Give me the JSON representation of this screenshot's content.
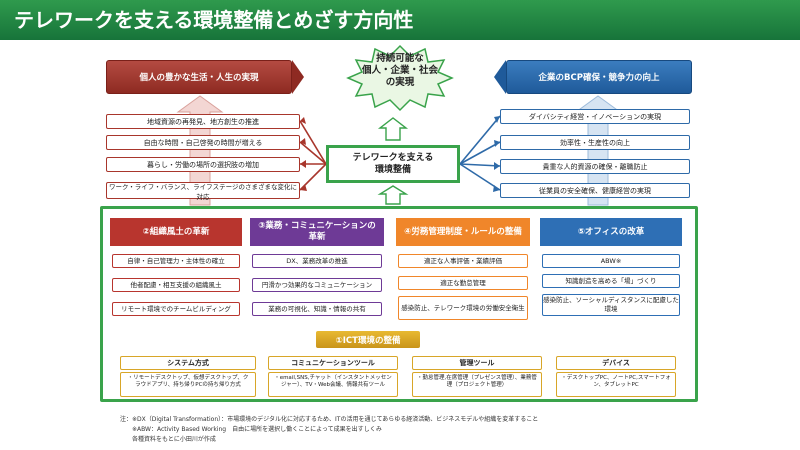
{
  "title": "テレワークを支える環境整備とめざす方向性",
  "goals": {
    "left": "個人の豊かな生活・人生の実現",
    "right": "企業のBCP確保・競争力の向上",
    "center": [
      "持続可能な",
      "個人・企業・社会",
      "の実現"
    ]
  },
  "left_items": [
    "地域資源の再発見、地方創生の推進",
    "自由な時間・自己啓発の時間が増える",
    "暮らし・労働の場所の選択肢の増加",
    "ワーク・ライフ・バランス、ライフステージのさまざまな変化に対応"
  ],
  "right_items": [
    "ダイバシティ経営・イノベーションの実現",
    "効率性・生産性の向上",
    "貴重な人的資源の確保・離職防止",
    "従業員の安全確保、健康経営の実現"
  ],
  "center_box": [
    "テレワークを支える",
    "環境整備"
  ],
  "pillars": [
    {
      "title": "②組織風土の革新",
      "color": "#b8352e",
      "items": [
        "自律・自己管理力・主体性の確立",
        "他者配慮・相互支援の組織風土",
        "リモート環境でのチームビルディング"
      ]
    },
    {
      "title": "③業務・コミュニケーションの革新",
      "color": "#6e3a96",
      "items": [
        "DX、業務改革の推進",
        "円滑かつ効果的なコミュニケーション",
        "業務の可視化、知識・情報の共有"
      ]
    },
    {
      "title": "④労務管理制度・ルールの整備",
      "color": "#f0862a",
      "items": [
        "適正な人事評価・業績評価",
        "適正な勤怠管理",
        "感染防止、テレワーク環境の労働安全衛生"
      ]
    },
    {
      "title": "⑤オフィスの改革",
      "color": "#2e6fb5",
      "items": [
        "ABW※",
        "知識創造を高める「場」づくり",
        "感染防止、ソーシャルディスタンスに配慮した環境"
      ]
    }
  ],
  "ict": "①ICT環境の整備",
  "tools": [
    {
      "title": "システム方式",
      "desc": "・リモートデスクトップ、仮想デスクトップ、クラウドアプリ、持ち帰りPCの持ち帰り方式"
    },
    {
      "title": "コミュニケーションツール",
      "desc": "・email,SNS,チャット（インスタントメッセンジャー）、TV・Web会議、情報共有ツール"
    },
    {
      "title": "管理ツール",
      "desc": "・勤怠管理,在席管理（プレゼンス管理）、業務管理（プロジェクト管理）"
    },
    {
      "title": "デバイス",
      "desc": "・デスクトップPC、ノートPC,スマートフォン、タブレットPC"
    }
  ],
  "notes": [
    "注：※DX（Digital Transformation）：市場環境のデジタル化に対応するため、ITの活用を通じてあらゆる経済活動、ビジネスモデルや組織を変革すること",
    "※ABW：Activity Based Working　自由に場所を選択し働くことによって成果を出すしくみ",
    "各種資料をもとに小田川が作成"
  ],
  "colors": {
    "green": "#3aa34b",
    "red": "#a8362c",
    "blue": "#2e6aa8",
    "yellow": "#d8a628"
  }
}
